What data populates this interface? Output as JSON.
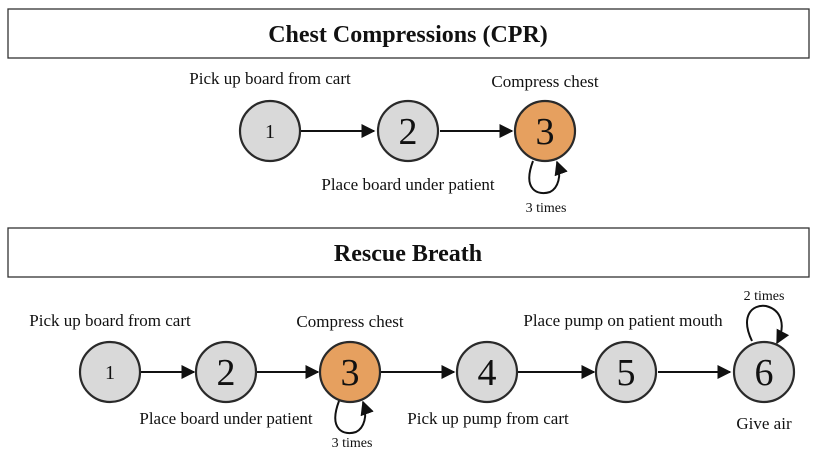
{
  "colors": {
    "node_default": "#d9d9d9",
    "node_highlight": "#e6a05f",
    "border": "#333333",
    "text": "#111111"
  },
  "sections": [
    {
      "title": "Chest Compressions (CPR)",
      "nodes": [
        {
          "id": "1",
          "highlight": false
        },
        {
          "id": "2",
          "highlight": false
        },
        {
          "id": "3",
          "highlight": true
        }
      ],
      "edges": [
        {
          "from": "1",
          "to": "2"
        },
        {
          "from": "2",
          "to": "3"
        }
      ],
      "loops": [
        {
          "node": "3",
          "label": "3 times"
        }
      ],
      "step_labels": [
        "Pick up board from cart",
        "Place board under patient",
        "Compress chest"
      ]
    },
    {
      "title": "Rescue Breath",
      "nodes": [
        {
          "id": "1",
          "highlight": false
        },
        {
          "id": "2",
          "highlight": false
        },
        {
          "id": "3",
          "highlight": true
        },
        {
          "id": "4",
          "highlight": false
        },
        {
          "id": "5",
          "highlight": false
        },
        {
          "id": "6",
          "highlight": false
        }
      ],
      "edges": [
        {
          "from": "1",
          "to": "2"
        },
        {
          "from": "2",
          "to": "3"
        },
        {
          "from": "3",
          "to": "4"
        },
        {
          "from": "4",
          "to": "5"
        },
        {
          "from": "5",
          "to": "6"
        }
      ],
      "loops": [
        {
          "node": "3",
          "label": "3 times"
        },
        {
          "node": "6",
          "label": "2 times"
        }
      ],
      "step_labels": [
        "Pick up board from cart",
        "Place board under patient",
        "Compress chest",
        "Pick up pump from cart",
        "Place pump on patient mouth",
        "Give air"
      ]
    }
  ]
}
